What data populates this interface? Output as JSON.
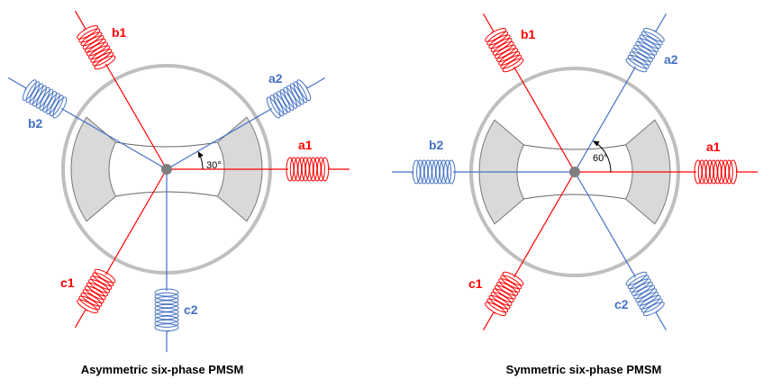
{
  "colors": {
    "phase_set_1": "#ff0000",
    "phase_set_2": "#4472c4",
    "stator": "#bfbfbf",
    "pole": "#d9d9d9"
  },
  "left": {
    "title": "Asymmetric six-phase PMSM",
    "angle_label": "30°",
    "labels": {
      "a1": "a1",
      "b1": "b1",
      "c1": "c1",
      "a2": "a2",
      "b2": "b2",
      "c2": "c2"
    }
  },
  "right": {
    "title": "Symmetric six-phase PMSM",
    "angle_label": "60°",
    "labels": {
      "a1": "a1",
      "b1": "b1",
      "c1": "c1",
      "a2": "a2",
      "b2": "b2",
      "c2": "c2"
    }
  }
}
